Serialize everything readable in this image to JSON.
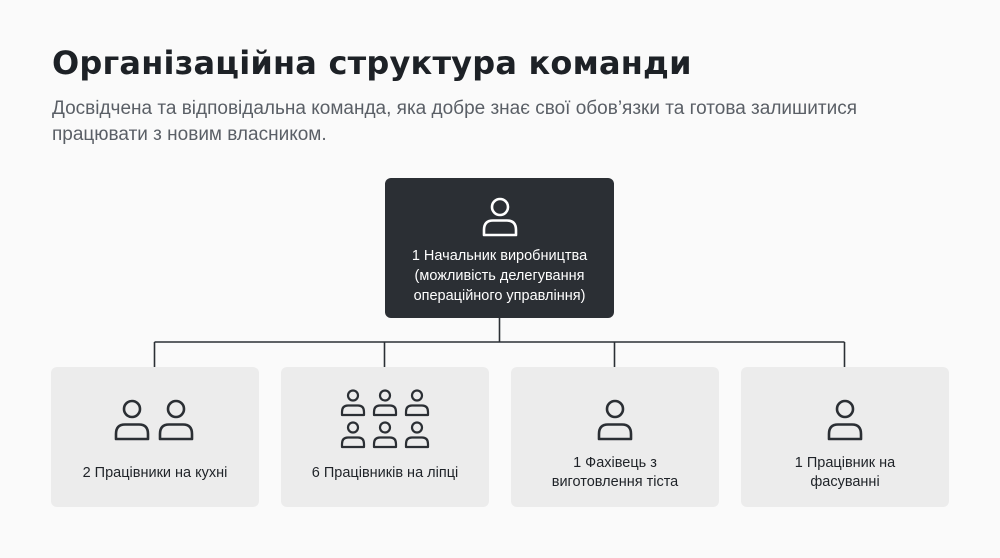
{
  "header": {
    "title": "Організаційна структура команди",
    "subtitle": "Досвідчена та відповідальна команда, яка добре знає свої обов’язки та готова залишитися працювати з новим власником."
  },
  "org_chart": {
    "head": {
      "icon": "person-icon",
      "label": "1 Начальник виробництва (можливість делегування операційного управління)"
    },
    "teams": [
      {
        "icon": "two-people-icon",
        "label": "2 Працівники на кухні"
      },
      {
        "icon": "six-people-icon",
        "label": "6 Працівників на ліпці"
      },
      {
        "icon": "person-icon",
        "label": "1 Фахівець з виготовлення тіста"
      },
      {
        "icon": "person-icon",
        "label": "1 Працівник на фасуванні"
      }
    ]
  },
  "colors": {
    "head_box": "#2b2f34",
    "team_box": "#ececec",
    "connector": "#2b2f34",
    "title": "#1d2126",
    "subtitle": "#5a5f66"
  }
}
